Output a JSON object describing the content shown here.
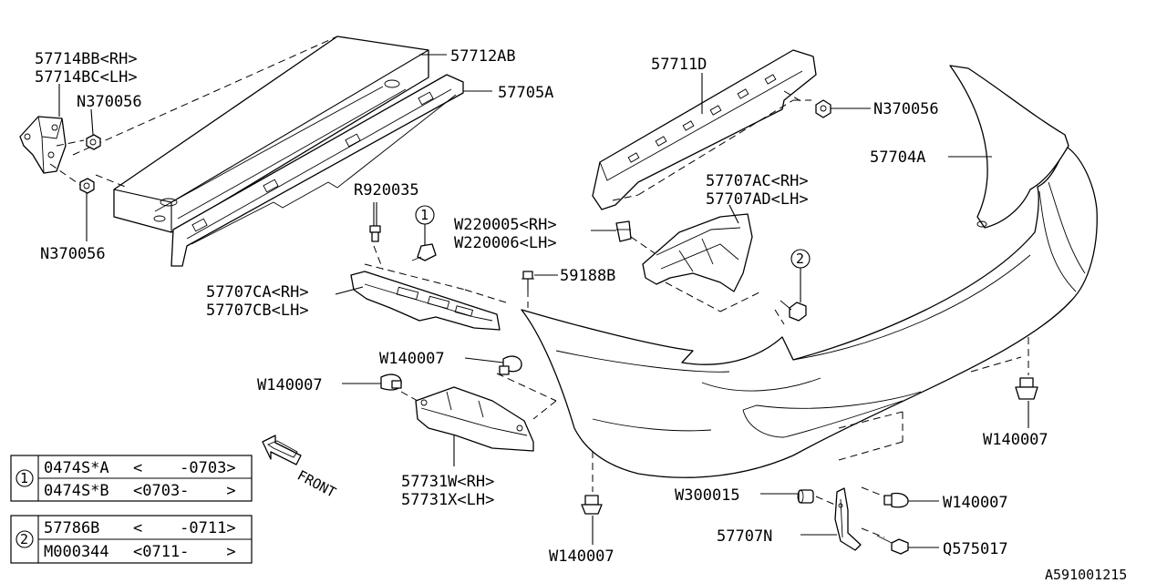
{
  "labels": {
    "p57714bb": "57714BB<RH>",
    "p57714bc": "57714BC<LH>",
    "n370056_a": "N370056",
    "n370056_b": "N370056",
    "n370056_c": "N370056",
    "p57712ab": "57712AB",
    "p57705a": "57705A",
    "p57711d": "57711D",
    "p57704a": "57704A",
    "r920035": "R920035",
    "w220005": "W220005<RH>",
    "w220006": "W220006<LH>",
    "p57707ac": "57707AC<RH>",
    "p57707ad": "57707AD<LH>",
    "p57707ca": "57707CA<RH>",
    "p57707cb": "57707CB<LH>",
    "p59188b": "59188B",
    "w140007_a": "W140007",
    "w140007_b": "W140007",
    "w140007_c": "W140007",
    "w140007_d": "W140007",
    "w140007_e": "W140007",
    "p57731w": "57731W<RH>",
    "p57731x": "57731X<LH>",
    "w300015": "W300015",
    "p57707n": "57707N",
    "q575017": "Q575017",
    "front": "FRONT",
    "callout1": "1",
    "callout2": "2",
    "figure_id": "A591001215"
  },
  "legend": [
    {
      "key": "1",
      "rows": [
        {
          "part": "0474S*A",
          "range": "<    -0703>"
        },
        {
          "part": "0474S*B",
          "range": "<0703-    >"
        }
      ]
    },
    {
      "key": "2",
      "rows": [
        {
          "part": "57786B ",
          "range": "<    -0711>"
        },
        {
          "part": "M000344",
          "range": "<0711-    >"
        }
      ]
    }
  ]
}
